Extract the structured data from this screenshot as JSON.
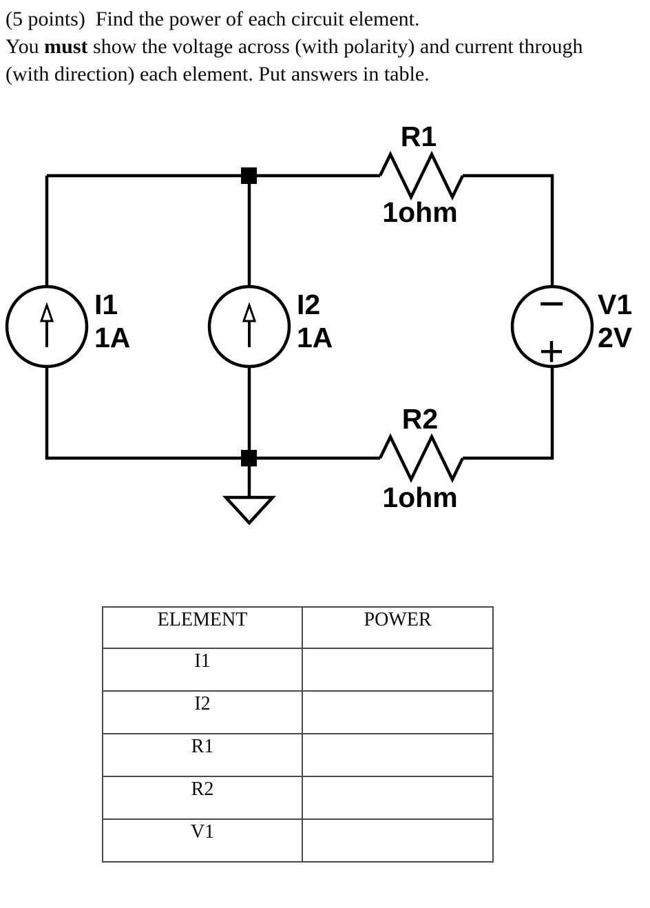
{
  "prompt": {
    "line1": "(5 points)  Find the power of each circuit element.",
    "line2_pre": "You ",
    "line2_bold": "must",
    "line2_post": " show the voltage across (with polarity) and current through",
    "line3": "(with direction) each element. Put answers in table."
  },
  "circuit": {
    "sources": {
      "i1": {
        "name": "I1",
        "value": "1A"
      },
      "i2": {
        "name": "I2",
        "value": "1A"
      },
      "v1": {
        "name": "V1",
        "value": "2V"
      }
    },
    "resistors": {
      "r1": {
        "name": "R1",
        "value": "1ohm"
      },
      "r2": {
        "name": "R2",
        "value": "1ohm"
      }
    },
    "symbols": {
      "polarity_minus": "−",
      "polarity_plus": "+",
      "current_arrow_icon": "up-arrow",
      "ground_icon": "ground",
      "junction_icon": "filled-square-node"
    },
    "colors": {
      "line": "#000000",
      "table_border": "#4a4a4a"
    }
  },
  "table": {
    "headers": {
      "element": "ELEMENT",
      "power": "POWER"
    },
    "rows": [
      {
        "element": "I1",
        "power": ""
      },
      {
        "element": "I2",
        "power": ""
      },
      {
        "element": "R1",
        "power": ""
      },
      {
        "element": "R2",
        "power": ""
      },
      {
        "element": "V1",
        "power": ""
      }
    ]
  }
}
